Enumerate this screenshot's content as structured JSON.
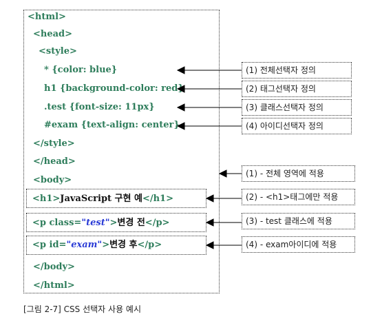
{
  "code": {
    "html_open": "<html>",
    "head_open": "<head>",
    "style_open": "<style>",
    "css_rule_1": "* {color: blue}",
    "css_rule_2": "h1 {background-color: red}",
    "css_rule_3": ".test {font-size: 11px}",
    "css_rule_4": "#exam {text-align: center}",
    "style_close": "</style>",
    "head_close": "</head>",
    "body_open": "<body>",
    "h1_open": "<h1>",
    "h1_text": "JavaScript 구현 예",
    "h1_close": "</h1>",
    "p1_open": "<p ",
    "p1_attr": "class=",
    "p1_value": "\"test\"",
    "p1_gt": ">",
    "p1_text": "변경 전",
    "p1_close": "</p>",
    "p2_open": "<p ",
    "p2_attr": "id=",
    "p2_value": "\"exam\"",
    "p2_gt": ">",
    "p2_text": "변경 후",
    "p2_close": "</p>",
    "body_close": "</body>",
    "html_close": "</html>"
  },
  "labels": {
    "css_1": "(1) 전체선택자 정의",
    "css_2": "(2) 태그선택자 정의",
    "css_3": "(3) 클래스선택자 정의",
    "css_4": "(4) 아이디선택자 정의",
    "apply_1": "(1) - 전체 영역에 적용",
    "apply_2": "(2) - <h1>태그에만 적용",
    "apply_3": "(3) - test 클래스에 적용",
    "apply_4": "(4) - exam아이디에 적용"
  },
  "caption": "[그림 2-7] CSS 선택자 사용 예시",
  "colors": {
    "code_green": "#2e7d5b",
    "value_blue": "#2a3bd6",
    "text_dark": "#111111"
  }
}
